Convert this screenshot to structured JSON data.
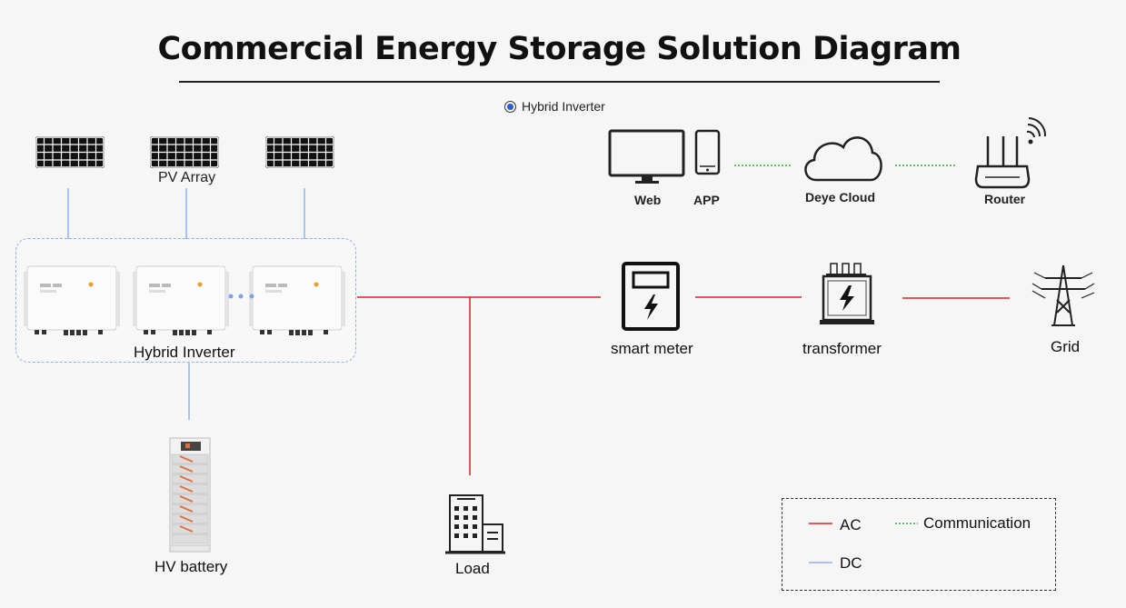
{
  "title": "Commercial Energy Storage Solution Diagram",
  "selector": {
    "label": "Hybrid Inverter",
    "selected": true
  },
  "nodes": {
    "pv_array": "PV Array",
    "hybrid_inverter": "Hybrid Inverter",
    "hv_battery": "HV battery",
    "load": "Load",
    "smart_meter": "smart meter",
    "transformer": "transformer",
    "grid": "Grid",
    "web": "Web",
    "app": "APP",
    "cloud": "Deye Cloud",
    "router": "Router"
  },
  "legend": {
    "ac": "AC",
    "dc": "DC",
    "communication": "Communication"
  },
  "colors": {
    "ac": "#e02020",
    "dc": "#8fb4ee",
    "communication": "#3aa83a",
    "accent": "#2b5fcb"
  }
}
